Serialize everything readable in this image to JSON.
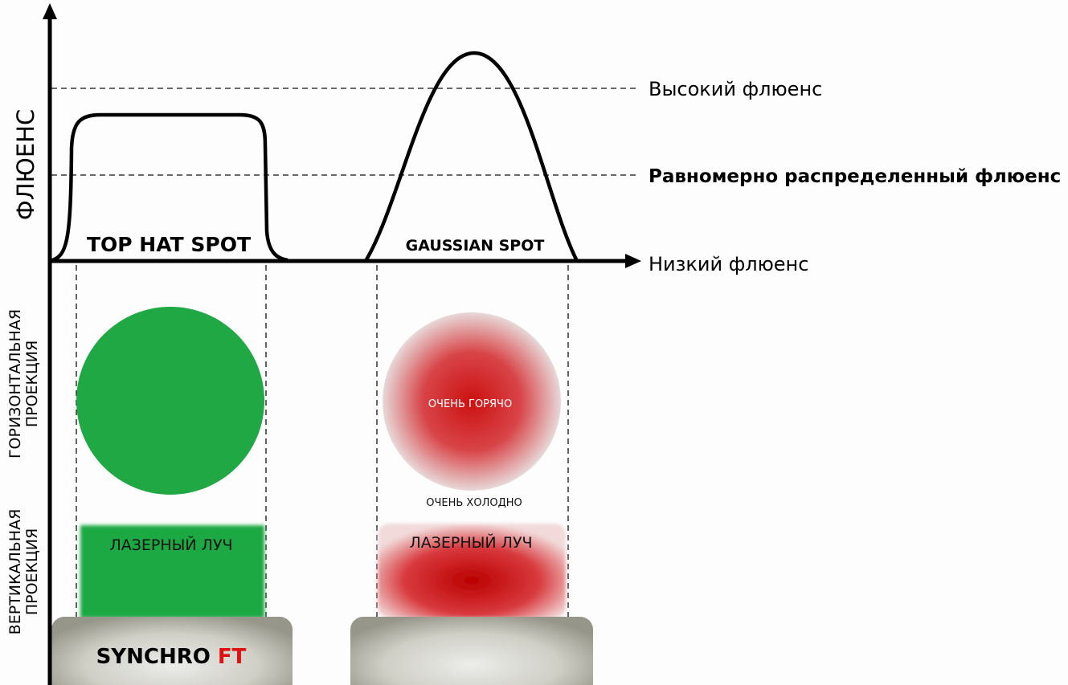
{
  "axes": {
    "y_label": "ФЛЮЕНС",
    "x_label": "Низкий флюенс"
  },
  "levels": {
    "high": "Высокий флюенс",
    "uniform": "Равномерно распределенный флюенс"
  },
  "profiles": {
    "top_hat": "TOP HAT SPOT",
    "gaussian": "GAUSSIAN SPOT"
  },
  "sections": {
    "horizontal_line1": "ГОРИЗОНТАЛЬНАЯ",
    "horizontal_line2": "ПРОЕКЦИЯ",
    "vertical_line1": "ВЕРТИКАЛЬНАЯ",
    "vertical_line2": "ПРОЕКЦИЯ"
  },
  "spots": {
    "very_hot": "ОЧЕНЬ ГОРЯЧО",
    "very_cold": "ОЧЕНЬ ХОЛОДНО",
    "beam_left": "ЛАЗЕРНЫЙ ЛУЧ",
    "beam_right": "ЛАЗЕРНЫЙ ЛУЧ"
  },
  "device": {
    "name": "SYNCHRO",
    "suffix": "FT"
  },
  "colors": {
    "green": "#1fa843",
    "red": "#c00000",
    "brand_red": "#e01010"
  }
}
